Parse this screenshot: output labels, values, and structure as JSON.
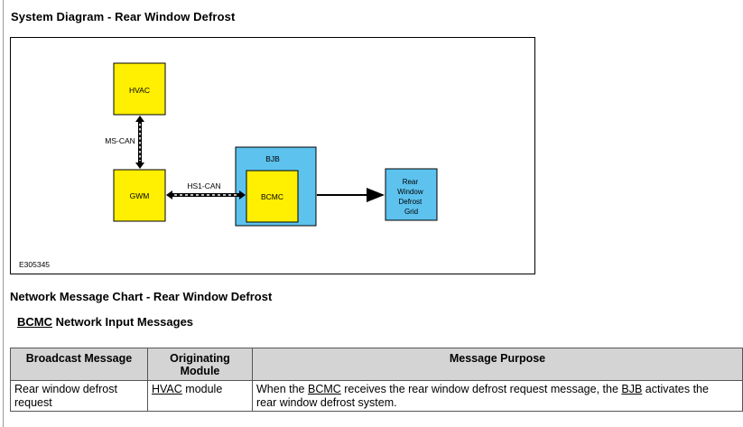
{
  "page": {
    "title": "System Diagram - Rear Window Defrost",
    "network_title": "Network Message Chart - Rear Window Defrost",
    "input_title": {
      "module": "BCMC",
      "rest": " Network Input Messages"
    }
  },
  "diagram": {
    "figure_id": "E305345",
    "colors": {
      "module_fill": "#ffef00",
      "container_fill": "#5dc2ee",
      "target_fill": "#5dc2ee"
    },
    "nodes": {
      "hvac": "HVAC",
      "gwm": "GWM",
      "bjb": "BJB",
      "bcmc": "BCMC",
      "grid": [
        "Rear",
        "Window",
        "Defrost",
        "Grid"
      ]
    },
    "links": {
      "ms_can": "MS-CAN",
      "hs1_can": "HS1-CAN"
    }
  },
  "table": {
    "headers": {
      "broadcast": "Broadcast Message",
      "originating_line1": "Originating",
      "originating_line2": "Module",
      "purpose": "Message Purpose"
    },
    "row": {
      "broadcast_line1": "Rear window defrost",
      "broadcast_line2": "request",
      "module_link": "HVAC",
      "module_suffix": " module",
      "purpose_a": "When the ",
      "purpose_link1": "BCMC",
      "purpose_b": " receives the rear window defrost request message, the ",
      "purpose_link2": "BJB",
      "purpose_c": " activates the",
      "purpose_d": "rear window defrost system."
    }
  }
}
